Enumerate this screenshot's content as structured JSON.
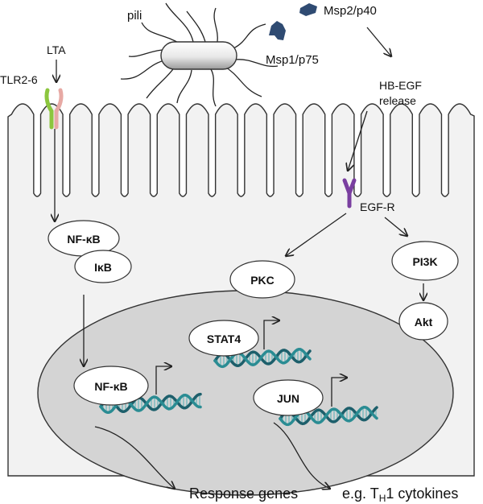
{
  "labels": {
    "pili": "pili",
    "msp2": "Msp2/p40",
    "msp1": "Msp1/p75",
    "lta": "LTA",
    "tlr": "TLR2-6",
    "hbegf_line1": "HB-EGF",
    "hbegf_line2": "release",
    "egfr": "EGF-R"
  },
  "nodes": {
    "nfkb_cyto": "NF-κB",
    "ikb": "IκB",
    "pkc": "PKC",
    "pi3k": "PI3K",
    "akt": "Akt",
    "stat4": "STAT4",
    "nfkb_nuc": "NF-κB",
    "jun": "JUN"
  },
  "outputs": {
    "response_genes": "Response genes",
    "cytokines_prefix": "e.g. T",
    "cytokines_sub": "H",
    "cytokines_suffix": "1 cytokines"
  },
  "colors": {
    "cell_fill": "#f2f2f2",
    "nucleus_fill": "#d4d4d4",
    "msp_blue": "#2f4b72",
    "receptor_purple": "#7a3fa0",
    "tlr_green": "#8cc63e",
    "tlr_pink": "#e7a9a4",
    "dna_teal": "#2a8c93",
    "dna_dark": "#1d5f6b"
  }
}
